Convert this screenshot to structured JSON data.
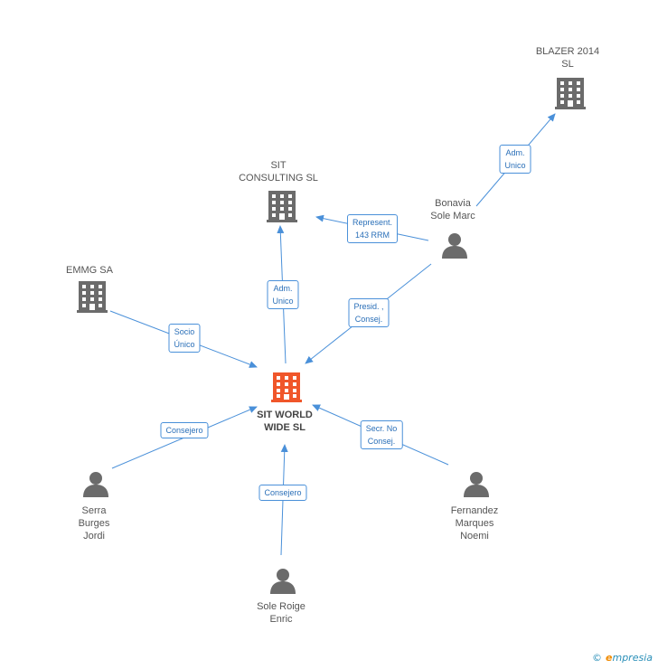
{
  "nodes": {
    "blazer": {
      "label": "BLAZER 2014\nSL",
      "type": "company"
    },
    "consulting": {
      "label": "SIT\nCONSULTING SL",
      "type": "company"
    },
    "emmg": {
      "label": "EMMG SA",
      "type": "company"
    },
    "main": {
      "label": "SIT WORLD\nWIDE SL",
      "type": "company-main"
    },
    "bonavia": {
      "label": "Bonavia\nSole Marc",
      "type": "person"
    },
    "serra": {
      "label": "Serra\nBurges\nJordi",
      "type": "person"
    },
    "fernandez": {
      "label": "Fernandez\nMarques\nNoemi",
      "type": "person"
    },
    "sole": {
      "label": "Sole Roige\nEnric",
      "type": "person"
    }
  },
  "edges": {
    "bonavia_blazer": "Adm.\nUnico",
    "bonavia_consulting": "Represent.\n143 RRM",
    "bonavia_main": "Presid. ,\nConsej.",
    "main_consulting": "Adm.\nUnico",
    "emmg_main": "Socio\nÚnico",
    "serra_main": "Consejero",
    "fernandez_main": "Secr. No\nConsej.",
    "sole_main": "Consejero"
  },
  "colors": {
    "edge": "#4a90d9",
    "company": "#6b6b6b",
    "main_company": "#f0562a",
    "person": "#6b6b6b"
  },
  "icons": {
    "company": "building-icon",
    "person": "person-icon"
  },
  "footer": {
    "copyright": "©",
    "brand_first": "e",
    "brand_rest": "mpresia"
  }
}
